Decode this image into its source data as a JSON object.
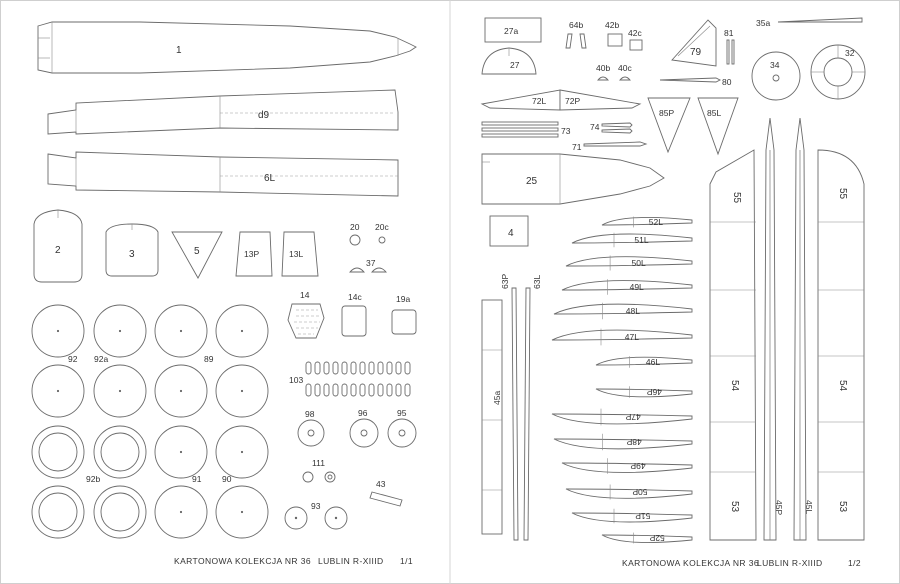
{
  "sheets": [
    {
      "footer": {
        "series": "KARTONOWA KOLEKCJA NR 36",
        "model": "LUBLIN R-XIIID",
        "sheet": "1/1"
      },
      "labels": {
        "p1": "1",
        "p69": "d9",
        "p6L": "6L",
        "p2": "2",
        "p3": "3",
        "p5": "5",
        "p13P": "13P",
        "p13L": "13L",
        "p20": "20",
        "p20c": "20c",
        "p37": "37",
        "p14": "14",
        "p14c": "14c",
        "p19a": "19a",
        "p92": "92",
        "p92a": "92a",
        "p89": "89",
        "p103": "103",
        "p98": "98",
        "p96": "96",
        "p95": "95",
        "p111": "111",
        "p92b": "92b",
        "p91": "91",
        "p90": "90",
        "p43": "43",
        "p93": "93"
      }
    },
    {
      "footer": {
        "series": "KARTONOWA KOLEKCJA NR 36",
        "model": "LUBLIN R-XIIID",
        "sheet": "1/2"
      },
      "labels": {
        "p27a": "27a",
        "p64b": "64b",
        "p42b": "42b",
        "p42c": "42c",
        "p79": "79",
        "p81": "81",
        "p35a": "35a",
        "p27": "27",
        "p40b": "40b",
        "p40c": "40c",
        "p80": "80",
        "p34": "34",
        "p32": "32",
        "p72L": "72L",
        "p72P": "72P",
        "p85P": "85P",
        "p85L": "85L",
        "p74": "74",
        "p73": "73",
        "p71": "71",
        "p25": "25",
        "p52L": "52L",
        "p4": "4",
        "p51L": "51L",
        "p50L": "50L",
        "p49L": "49L",
        "p48L": "48L",
        "p47L": "47L",
        "p46L": "46L",
        "p46P": "46P",
        "p47P": "47P",
        "p48P": "48P",
        "p49P": "49P",
        "p50P": "50P",
        "p51P": "51P",
        "p52P": "52P",
        "p63P": "63P",
        "p63L": "63L",
        "p45a": "45a",
        "p55a": "55",
        "p55b": "55",
        "p54a": "54",
        "p54b": "54",
        "p53a": "53",
        "p53b": "53",
        "p45P": "45P",
        "p45L": "45L"
      }
    }
  ]
}
